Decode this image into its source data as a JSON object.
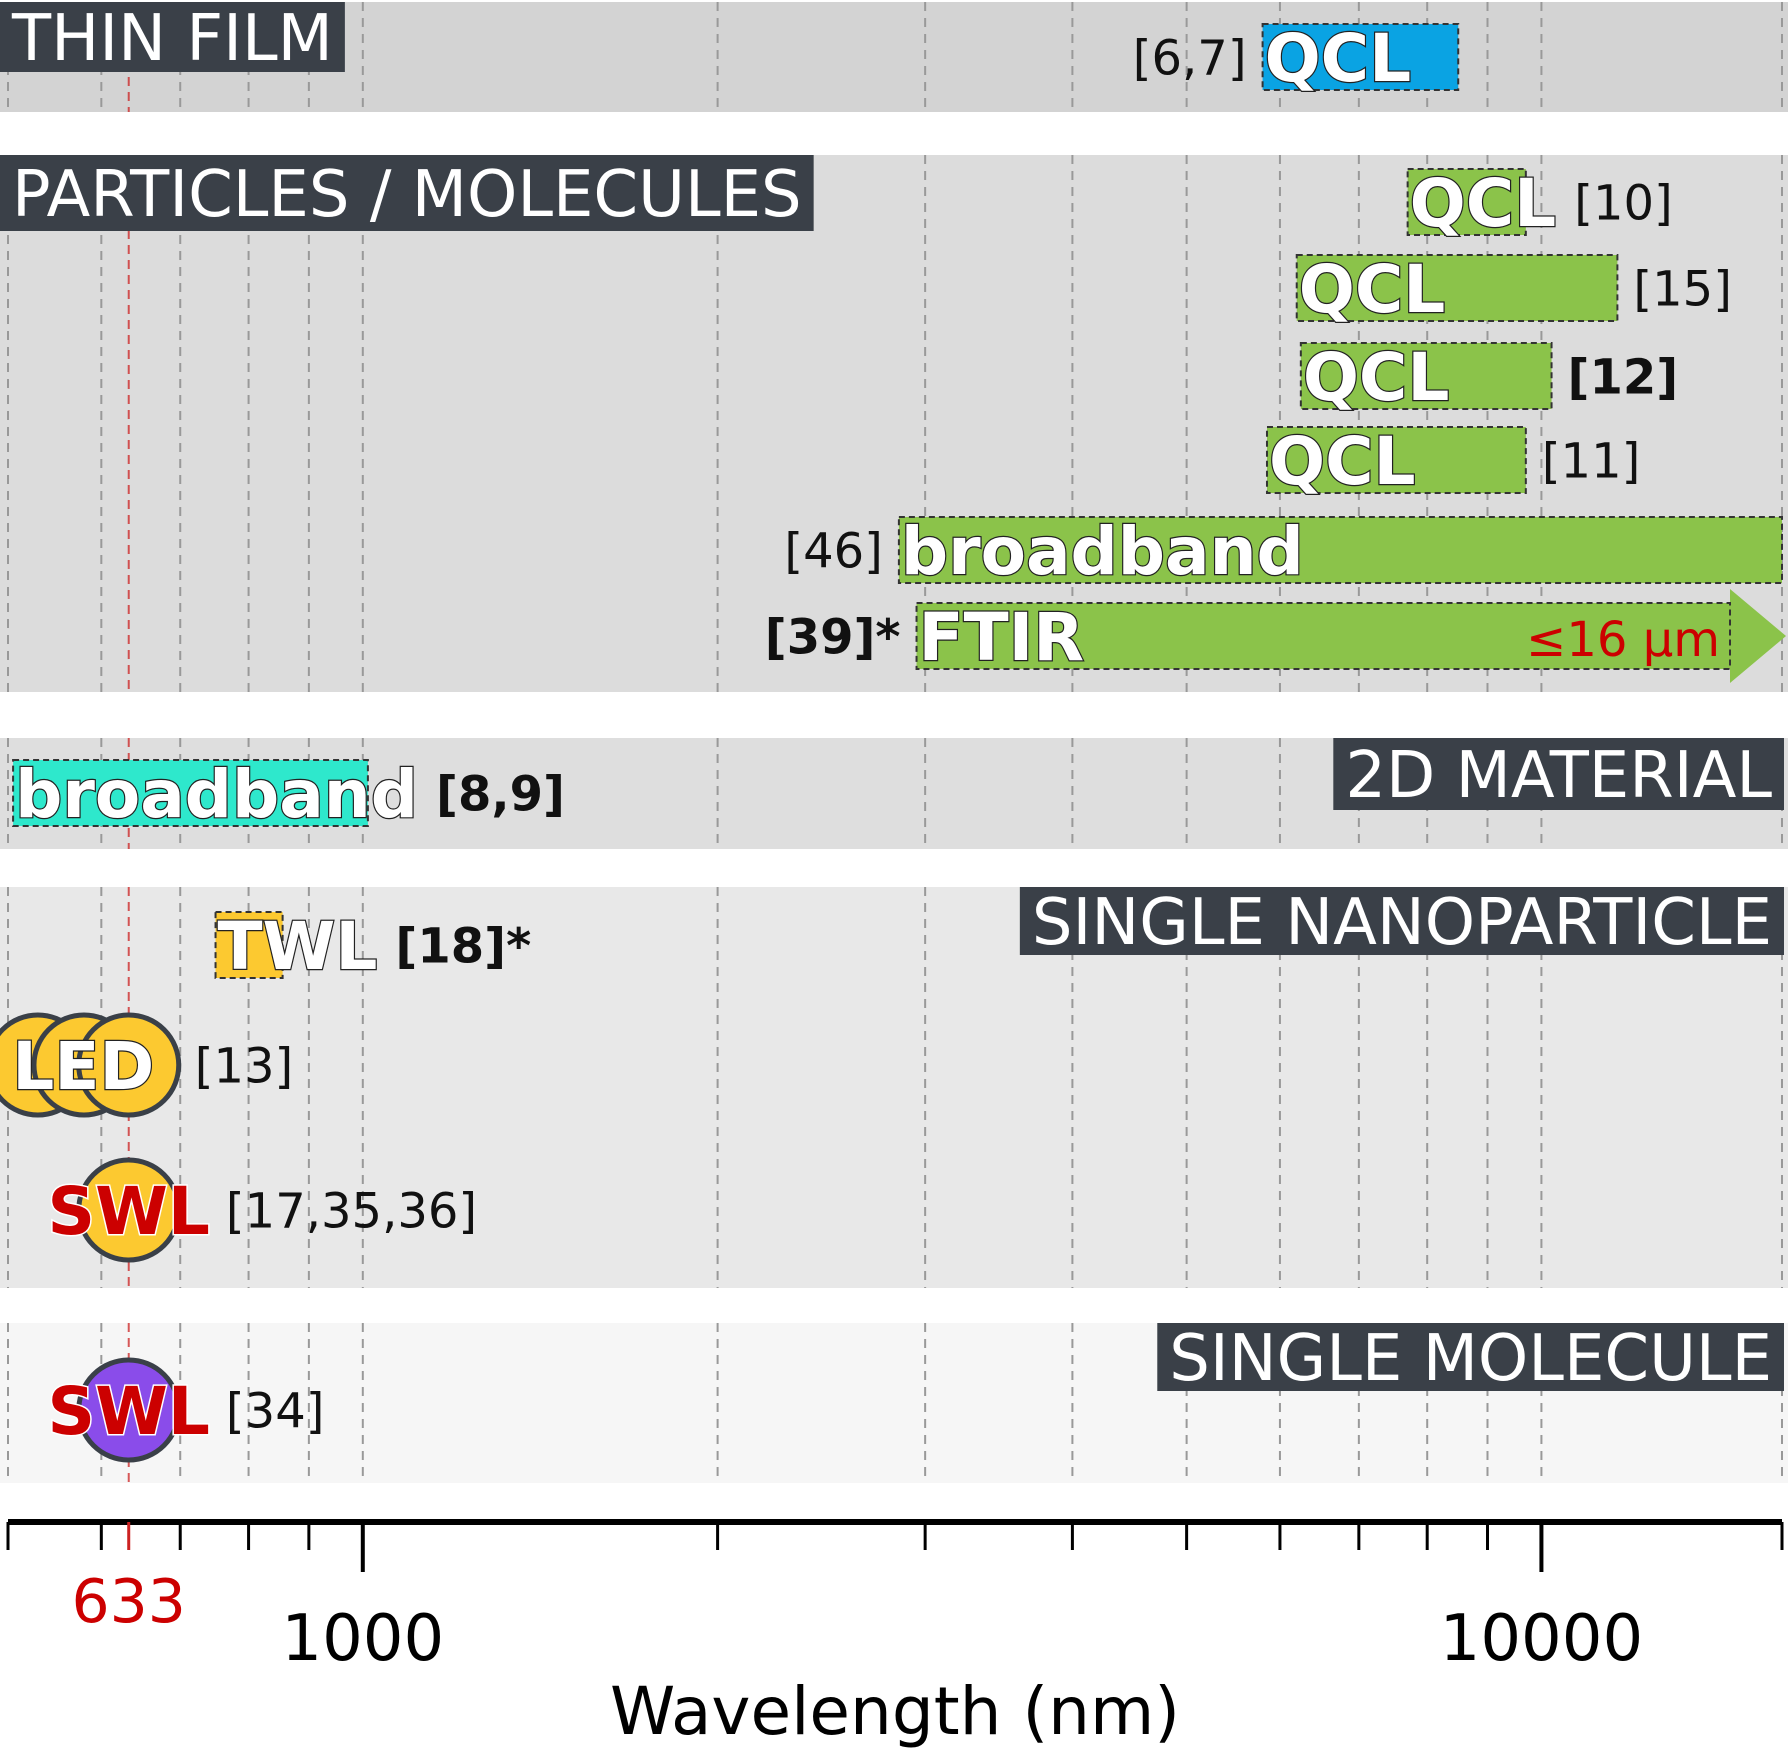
{
  "chart_data": {
    "type": "range-bar",
    "x_scale": "log",
    "xlim": [
      500,
      16000
    ],
    "xlabel": "Wavelength (nm)",
    "xticks": [
      {
        "value": 1000,
        "label": "1000"
      },
      {
        "value": 10000,
        "label": "10000"
      }
    ],
    "highlight": {
      "value": 633,
      "label": "633",
      "color": "#cc2222"
    },
    "colors": {
      "header_bg": "#3a4048",
      "qcl_thin": "#0aa3e3",
      "green": "#8bc34a",
      "teal": "#2ee8cc",
      "yellow": "#fcc930",
      "purple": "#8a4cea",
      "red": "#cc0000"
    },
    "sections": [
      {
        "header": "THIN FILM",
        "header_side": "left",
        "bg": "#d3d3d3",
        "items": [
          {
            "kind": "bar",
            "label": "QCL",
            "ref": "[6,7]",
            "ref_side": "left",
            "bold_ref": false,
            "start": 5800,
            "end": 8500,
            "color": "#0aa3e3"
          }
        ]
      },
      {
        "header": "PARTICLES / MOLECULES",
        "header_side": "left",
        "bg": "#dcdcdc",
        "items": [
          {
            "kind": "bar",
            "label": "QCL",
            "ref": "[10]",
            "ref_side": "right",
            "bold_ref": false,
            "start": 7700,
            "end": 9700,
            "color": "#8bc34a"
          },
          {
            "kind": "bar",
            "label": "QCL",
            "ref": "[15]",
            "ref_side": "right",
            "bold_ref": false,
            "start": 6200,
            "end": 11600,
            "color": "#8bc34a"
          },
          {
            "kind": "bar",
            "label": "QCL",
            "ref": "[12]",
            "ref_side": "right",
            "bold_ref": true,
            "start": 6250,
            "end": 10200,
            "color": "#8bc34a"
          },
          {
            "kind": "bar",
            "label": "QCL",
            "ref": "[11]",
            "ref_side": "right",
            "bold_ref": false,
            "start": 5850,
            "end": 9700,
            "color": "#8bc34a"
          },
          {
            "kind": "bar",
            "label": "broadband",
            "ref": "[46]",
            "ref_side": "left",
            "bold_ref": false,
            "start": 2850,
            "end": 16000,
            "color": "#8bc34a"
          },
          {
            "kind": "arrow",
            "label": "FTIR",
            "ref": "[39]*",
            "ref_side": "left",
            "bold_ref": true,
            "start": 2950,
            "end": 16000,
            "color": "#8bc34a",
            "note": "≤16 µm"
          }
        ]
      },
      {
        "header": "2D MATERIAL",
        "header_side": "right",
        "bg": "#dedede",
        "items": [
          {
            "kind": "bar",
            "label": "broadband",
            "ref": "[8,9]",
            "ref_side": "right",
            "bold_ref": true,
            "start": 505,
            "end": 1010,
            "color": "#2ee8cc"
          }
        ]
      },
      {
        "header": "SINGLE NANOPARTICLE",
        "header_side": "right",
        "bg": "#e8e8e8",
        "items": [
          {
            "kind": "bar",
            "label": "TWL",
            "ref": "[18]*",
            "ref_side": "right",
            "bold_ref": true,
            "start": 750,
            "end": 855,
            "color": "#fcc930"
          },
          {
            "kind": "dots",
            "label": "LED",
            "ref": "[13]",
            "ref_side": "right",
            "bold_ref": false,
            "points": [
              530,
              580,
              633
            ],
            "color": "#fcc930"
          },
          {
            "kind": "dots",
            "label": "SWL",
            "ref": "[17,35,36]",
            "ref_side": "right",
            "bold_ref": false,
            "points": [
              633
            ],
            "color": "#fcc930",
            "label_color": "red"
          }
        ]
      },
      {
        "header": "SINGLE MOLECULE",
        "header_side": "right",
        "bg": "#f6f6f6",
        "items": [
          {
            "kind": "dots",
            "label": "SWL",
            "ref": "[34]",
            "ref_side": "right",
            "bold_ref": false,
            "points": [
              633
            ],
            "color": "#8a4cea",
            "label_color": "red"
          }
        ]
      }
    ]
  }
}
